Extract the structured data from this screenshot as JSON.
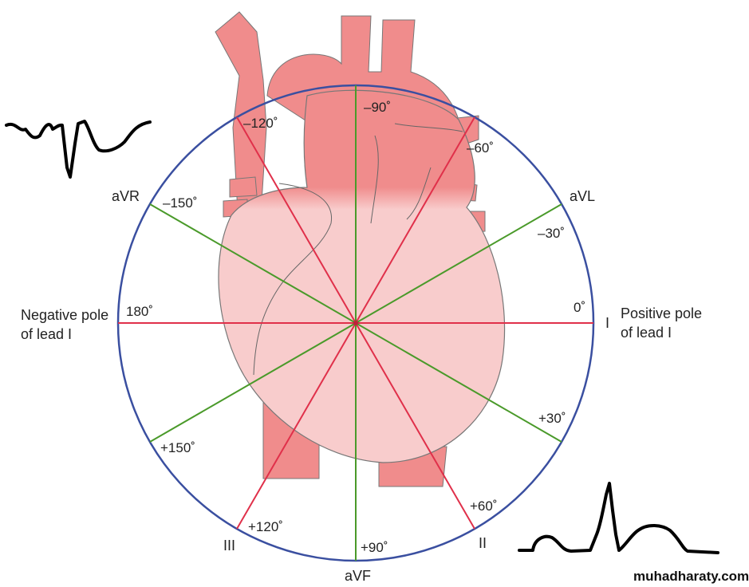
{
  "labels": {
    "neg_pole_line1": "Negative pole",
    "neg_pole_line2": "of lead I",
    "pos_pole_line1": "Positive pole",
    "pos_pole_line2": "of lead I",
    "lead_I": "I",
    "lead_II": "II",
    "lead_III": "III",
    "lead_aVR": "aVR",
    "lead_aVL": "aVL",
    "lead_aVF": "aVF",
    "deg_0": "0˚",
    "deg_180": "180˚",
    "deg_m30": "–30˚",
    "deg_m60": "–60˚",
    "deg_m90": "–90˚",
    "deg_m120": "–120˚",
    "deg_m150": "–150˚",
    "deg_p30": "+30˚",
    "deg_p60": "+60˚",
    "deg_p90": "+90˚",
    "deg_p120": "+120˚",
    "deg_p150": "+150˚"
  },
  "watermark": "muhadharaty.com",
  "colors": {
    "circle": "#3a4fa0",
    "bipolar_axis": "#e0304a",
    "unipolar_axis": "#4a9a2a",
    "heart_vessels": "#f08c8c",
    "heart_body": "#f8c8c8",
    "outline": "#555555",
    "waveform": "#000000"
  }
}
